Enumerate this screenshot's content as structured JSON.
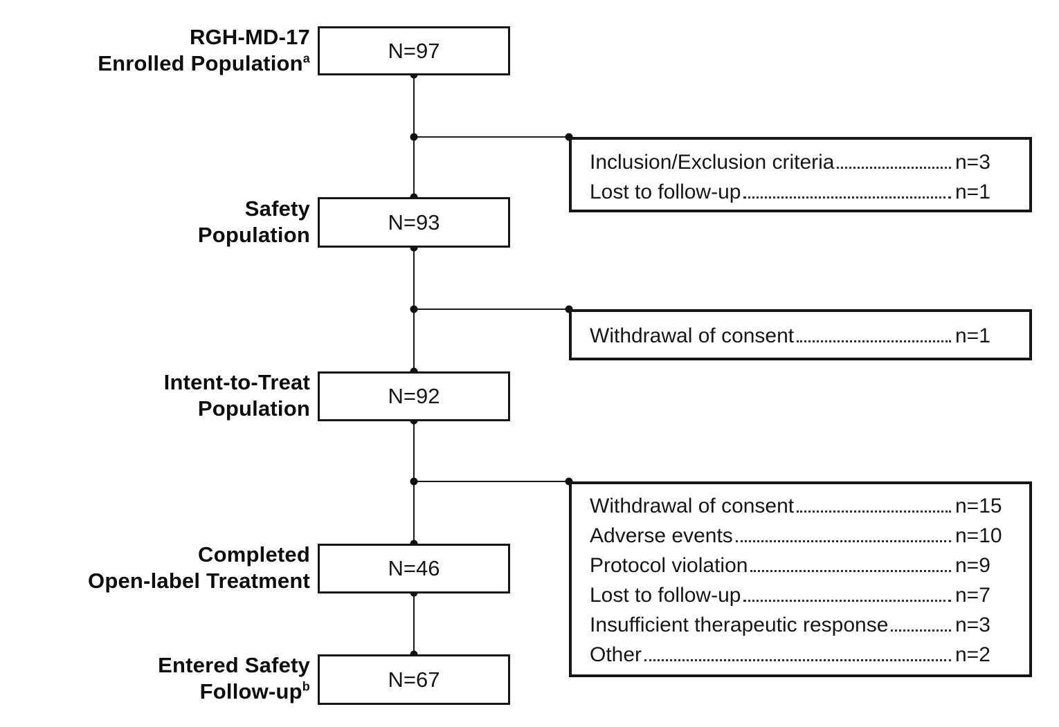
{
  "diagram": {
    "study_id": "RGH-MD-17",
    "nodes": [
      {
        "label_line1": "RGH-MD-17",
        "label_line2": "Enrolled Population",
        "label_sup": "a",
        "count": "N=97"
      },
      {
        "label_line1": "Safety",
        "label_line2": "Population",
        "label_sup": "",
        "count": "N=93"
      },
      {
        "label_line1": "Intent-to-Treat",
        "label_line2": "Population",
        "label_sup": "",
        "count": "N=92"
      },
      {
        "label_line1": "Completed",
        "label_line2": "Open-label Treatment",
        "label_sup": "",
        "count": "N=46"
      },
      {
        "label_line1": "Entered Safety",
        "label_line2": "Follow-up",
        "label_sup": "b",
        "count": "N=67"
      }
    ],
    "exclusion_boxes": [
      {
        "items": [
          {
            "label": "Inclusion/Exclusion criteria",
            "value": "n=3"
          },
          {
            "label": "Lost to follow-up",
            "value": "n=1"
          }
        ]
      },
      {
        "items": [
          {
            "label": "Withdrawal of consent",
            "value": "n=1"
          }
        ]
      },
      {
        "items": [
          {
            "label": "Withdrawal of consent",
            "value": "n=15"
          },
          {
            "label": "Adverse events",
            "value": "n=10"
          },
          {
            "label": "Protocol violation",
            "value": "n=9"
          },
          {
            "label": "Lost to follow-up",
            "value": "n=7"
          },
          {
            "label": "Insufficient therapeutic response",
            "value": "n=3"
          },
          {
            "label": "Other",
            "value": "n=2"
          }
        ]
      }
    ],
    "colors": {
      "line": "#1c1c1c",
      "text": "#111111",
      "background": "#ffffff"
    }
  }
}
